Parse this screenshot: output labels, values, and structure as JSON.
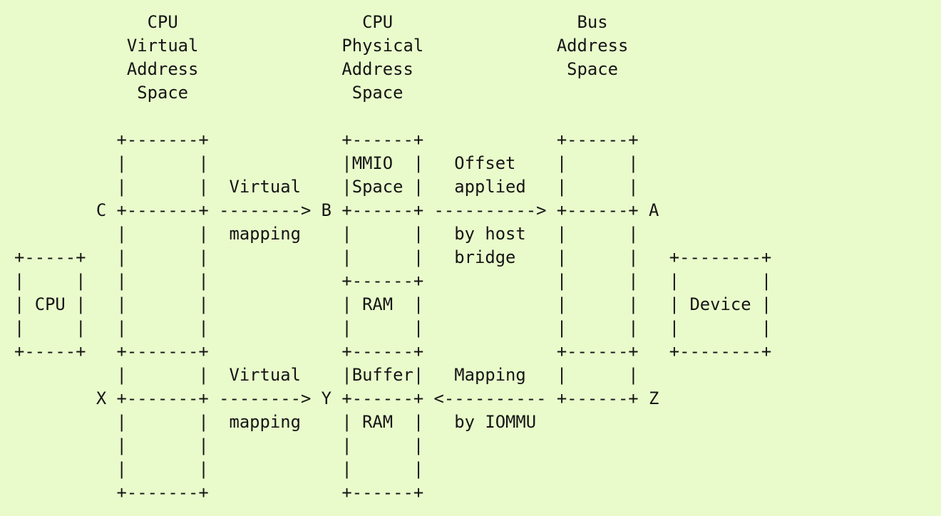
{
  "colors": {
    "background": "#e9fbcb",
    "text": "#151515"
  },
  "diagram": {
    "column_headers": [
      "CPU Virtual Address Space",
      "CPU Physical Address Space",
      "Bus Address Space"
    ],
    "boxes": [
      "CPU",
      "MMIO Space",
      "RAM",
      "Buffer RAM",
      "Device"
    ],
    "point_labels": [
      "C",
      "B",
      "A",
      "X",
      "Y",
      "Z"
    ],
    "arrow_labels": [
      "Virtual mapping",
      "Offset applied by host bridge",
      "Virtual mapping",
      "Mapping by IOMMU"
    ],
    "lines": [
      "             CPU                  CPU                  Bus",
      "           Virtual              Physical             Address",
      "           Address              Address               Space",
      "            Space                Space",
      "",
      "          +-------+             +------+             +------+",
      "          |       |             |MMIO  |   Offset    |      |",
      "          |       |  Virtual    |Space |   applied   |      |",
      "        C +-------+ --------> B +------+ ----------> +------+ A",
      "          |       |  mapping    |      |   by host   |      |",
      "+-----+   |       |             |      |   bridge    |      |   +--------+",
      "|     |   |       |             +------+             |      |   |        |",
      "| CPU |   |       |             | RAM  |             |      |   | Device |",
      "|     |   |       |             |      |             |      |   |        |",
      "+-----+   +-------+             +------+             +------+   +--------+",
      "          |       |  Virtual    |Buffer|   Mapping   |      |",
      "        X +-------+ --------> Y +------+ <---------- +------+ Z",
      "          |       |  mapping    | RAM  |   by IOMMU",
      "          |       |             |      |",
      "          |       |             |      |",
      "          +-------+             +------+"
    ]
  }
}
